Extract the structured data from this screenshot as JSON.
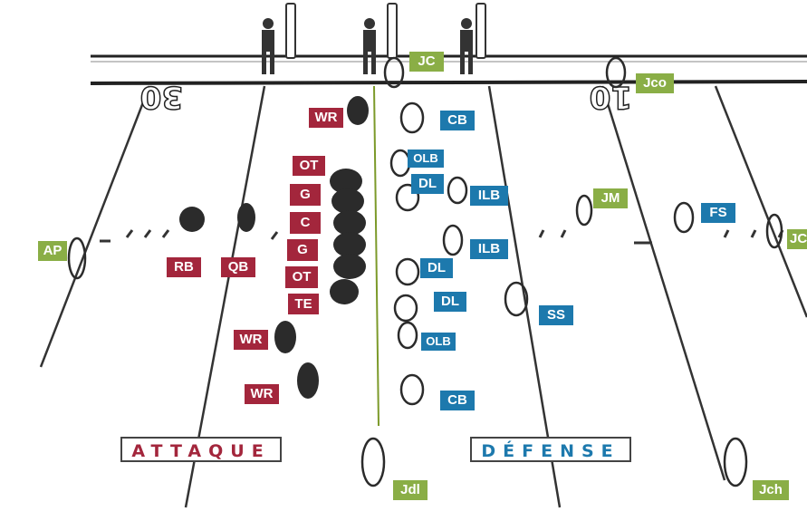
{
  "field": {
    "yard_numbers": [
      "30",
      "10"
    ]
  },
  "offense": [
    "WR",
    "OT",
    "G",
    "C",
    "G",
    "OT",
    "TE",
    "WR",
    "WR",
    "RB",
    "QB"
  ],
  "defense": [
    "CB",
    "OLB",
    "DL",
    "ILB",
    "ILB",
    "DL",
    "DL",
    "OLB",
    "CB",
    "SS",
    "FS"
  ],
  "officials": [
    "JC",
    "Jco",
    "JM",
    "AP",
    "Jdl",
    "Jch",
    "JC"
  ],
  "titles": {
    "offense": "ATTAQUE",
    "defense": "DÉFENSE"
  },
  "colors": {
    "offense": "#a3263c",
    "defense": "#1d79ad",
    "officials": "#8aae46"
  }
}
